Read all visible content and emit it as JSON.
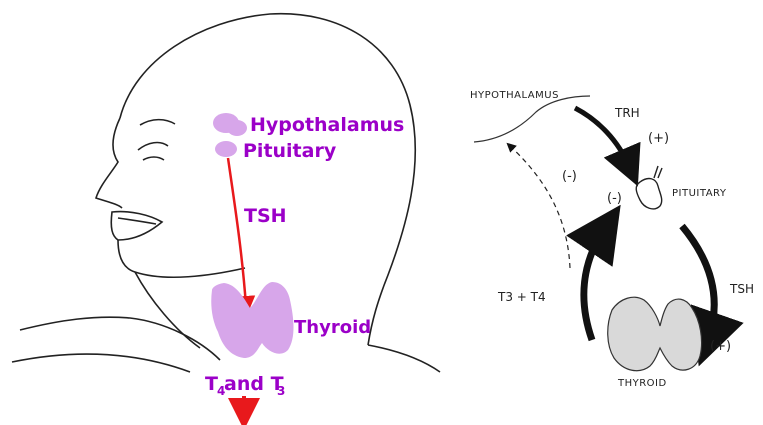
{
  "left_diagram": {
    "labels": {
      "hypothalamus": "Hypothalamus",
      "pituitary": "Pituitary",
      "tsh": "TSH",
      "thyroid": "Thyroid",
      "t4": "T",
      "t4_sub": "4",
      "and": " and T",
      "t3_sub": "3"
    },
    "colors": {
      "label": "#9b00c8",
      "arrow": "#e8191c",
      "gland": "#d7a6ea"
    }
  },
  "right_diagram": {
    "labels": {
      "hypothalamus": "HYPOTHALAMUS",
      "trh": "TRH",
      "plus_top": "(+)",
      "minus_left": "(-)",
      "minus_pit": "(-)",
      "pituitary": "PITUITARY",
      "t3t4": "T3 + T4",
      "tsh": "TSH",
      "plus_bottom": "(+)",
      "thyroid": "THYROID"
    }
  }
}
